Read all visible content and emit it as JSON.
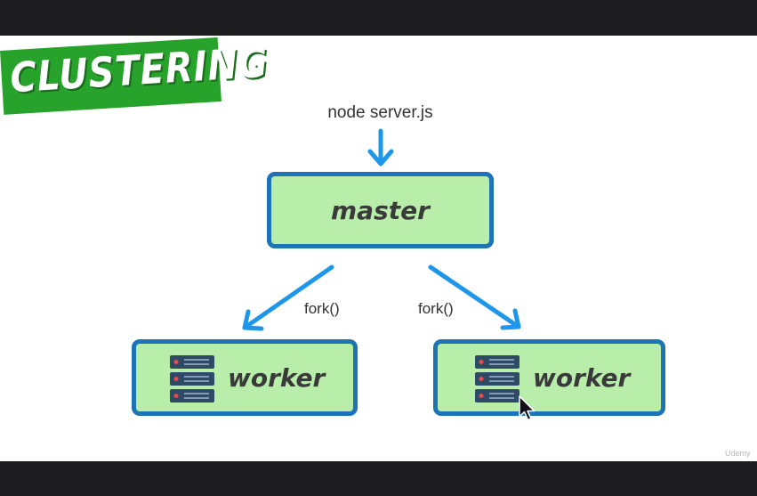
{
  "title": "CLUSTERING",
  "command": "node server.js",
  "master": {
    "label": "master"
  },
  "forks": [
    {
      "label": "fork()"
    },
    {
      "label": "fork()"
    }
  ],
  "workers": [
    {
      "label": "worker",
      "icon": "server-stack-icon"
    },
    {
      "label": "worker",
      "icon": "server-stack-icon"
    }
  ],
  "watermark": "Udemy",
  "colors": {
    "box_fill": "#b8edaa",
    "box_border": "#1c73b6",
    "arrow": "#1e96ea",
    "banner": "#27a22b"
  }
}
